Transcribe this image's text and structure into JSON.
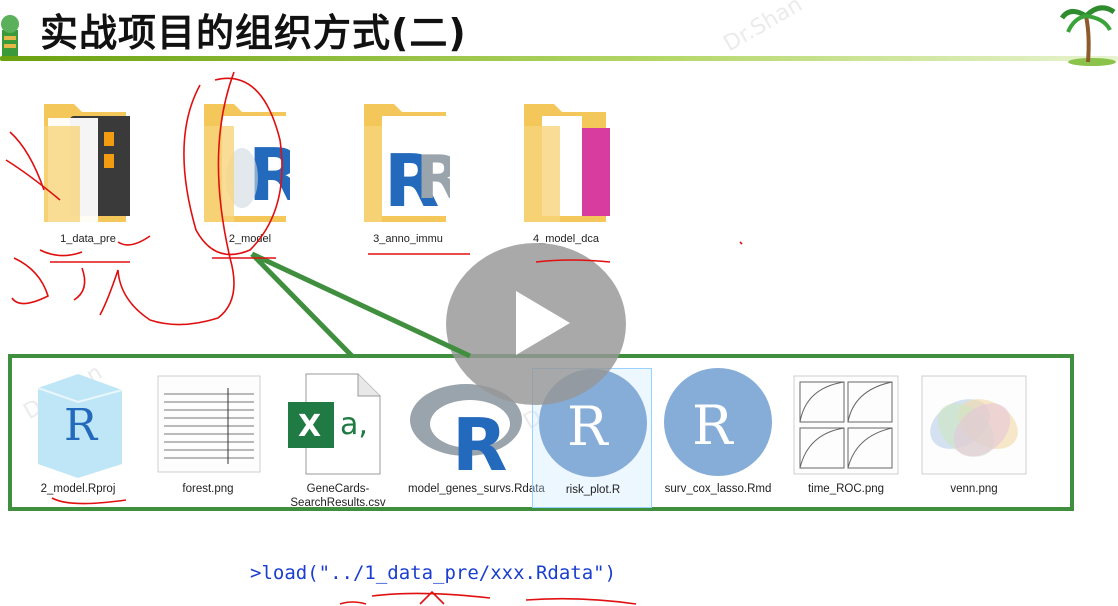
{
  "header": {
    "title": "实战项目的组织方式(二)"
  },
  "watermark": "Dr.Shan",
  "folders": [
    {
      "label": "1_data_pre"
    },
    {
      "label": "2_model"
    },
    {
      "label": "3_anno_immu"
    },
    {
      "label": "4_model_dca"
    }
  ],
  "files": [
    {
      "label": "2_model.Rproj"
    },
    {
      "label": "forest.png"
    },
    {
      "label": "GeneCards-SearchResults.csv"
    },
    {
      "label": "model_genes_survs.Rdata"
    },
    {
      "label": "risk_plot.R"
    },
    {
      "label": "surv_cox_lasso.Rmd"
    },
    {
      "label": "time_ROC.png"
    },
    {
      "label": "venn.png"
    }
  ],
  "icons": {
    "r_letter": "R",
    "excel_letter": "X",
    "excel_suffix": "a,"
  },
  "code": {
    "line": ">load(\"../1_data_pre/xxx.Rdata\")"
  },
  "colors": {
    "green_frame": "#3f8f3f",
    "annotation_red": "#e01010",
    "code_blue": "#1a3ecf",
    "r_blue": "#2369bc"
  }
}
